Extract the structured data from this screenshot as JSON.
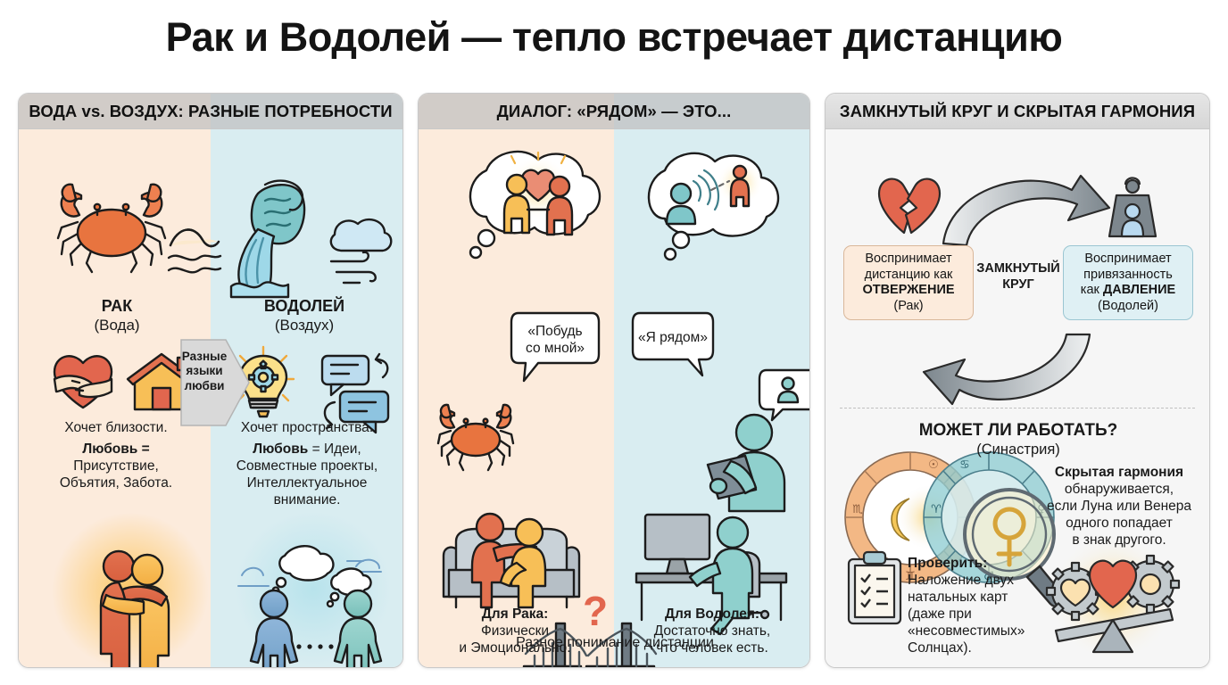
{
  "title": "Рак и Водолей — тепло встречает дистанцию",
  "panels": [
    {
      "header": "ВОДА vs. ВОЗДУХ: РАЗНЫЕ ПОТРЕБНОСТИ",
      "left": {
        "sign": "РАК",
        "element": "(Вода)",
        "wants": "Хочет близости.",
        "love_label": "Любовь",
        "love_body": " =\nПрисутствие,\nОбъятия, Забота.",
        "love_line1": "Любовь =",
        "love_line2": "Присутствие,",
        "love_line3": "Объятия, Забота.",
        "icons": [
          "crab-icon",
          "wave-icon",
          "heart-hands-icon",
          "house-icon",
          "hug-couple-icon"
        ]
      },
      "right": {
        "sign": "ВОДОЛЕЙ",
        "element": "(Воздух)",
        "wants": "Хочет пространства.",
        "love_line1_bold": "Любовь",
        "love_line1_rest": " = Идеи,",
        "love_line2": "Совместные проекты,",
        "love_line3": "Интеллектуальное",
        "love_line4": "внимание.",
        "icons": [
          "aquarius-urn-icon",
          "cloud-wind-icon",
          "lightbulb-gear-icon",
          "chat-bubbles-icon",
          "distant-people-icon"
        ]
      },
      "arrow_label_line1": "Разные",
      "arrow_label_line2": "языки",
      "arrow_label_line3": "любви"
    },
    {
      "header": "ДИАЛОГ: «РЯДОМ» — ЭТО...",
      "left": {
        "thought": "holding-hands-heart-thought",
        "quote": "«Побудь\nсо мной»",
        "quote_line1": "«Побудь",
        "quote_line2": "со мной»",
        "caption_bold": "Для Рака:",
        "caption_line1": "Физически",
        "caption_line2": "и Эмоционально.",
        "icons": [
          "crab-icon",
          "couch-couple-icon"
        ]
      },
      "right": {
        "thought": "remote-signal-thought",
        "quote": "«Я рядом»",
        "caption_bold": "Для Водолея:",
        "caption_line1": "Достаточно знать,",
        "caption_line2": "что человек есть.",
        "icons": [
          "tablet-person-icon",
          "desk-computer-person-icon"
        ]
      },
      "footer": "Разное понимание дистанции",
      "footer_icons": [
        "broken-bridge-icon",
        "question-mark-icon"
      ]
    },
    {
      "header": "ЗАМКНУТЫЙ КРУГ И СКРЫТАЯ ГАРМОНИЯ",
      "cycle": {
        "center_line1": "ЗАМКНУТЫЙ",
        "center_line2": "КРУГ",
        "left_box": {
          "line1": "Воспринимает",
          "line2": "дистанцию как",
          "line3": "ОТВЕРЖЕНИЕ",
          "line4": "(Рак)"
        },
        "right_box": {
          "line1": "Воспринимает",
          "line2": "привязанность",
          "line3_prefix": "как ",
          "line3_bold": "ДАВЛЕНИЕ",
          "line4": "(Водолей)"
        },
        "icons": [
          "broken-heart-icon",
          "weight-pressure-icon",
          "curved-arrow-icon"
        ]
      },
      "synastry": {
        "title": "МОЖЕТ ЛИ РАБОТАТЬ?",
        "subtitle": "(Синастрия)",
        "body_bold": "Скрытая гармония",
        "body_line2": "обнаруживается,",
        "body_line3": "если Луна или Венера",
        "body_line4": "одного попадает",
        "body_line5": "в знак другого.",
        "icons": [
          "zodiac-wheel-moon-icon",
          "zodiac-wheel-venus-icon",
          "magnifier-icon"
        ]
      },
      "check": {
        "title": "Проверить:",
        "line1": "Наложение двух",
        "line2": "натальных карт",
        "line3": "(даже при",
        "line4": "«несовместимых»",
        "line5": "Солнцах).",
        "icons": [
          "clipboard-checklist-icon",
          "gears-heart-balance-icon"
        ]
      }
    }
  ],
  "colors": {
    "warm": "#fcebdc",
    "cool": "#d9edf1",
    "crab": "#e8743f",
    "aqua": "#79c3c9",
    "teal_fig": "#8fd0cd",
    "orange_fig": "#e2714f",
    "yellow_fig": "#f7bf57",
    "blue_fig": "#7ba6cc",
    "gray": "#9aa3a8",
    "heart_red": "#e2664e",
    "header_gray": "#c3c3c3",
    "border": "#c9c9c9"
  }
}
